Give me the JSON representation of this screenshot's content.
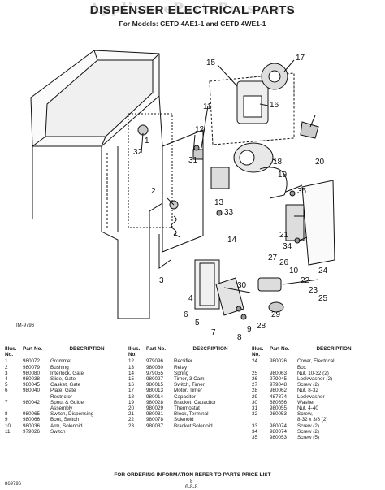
{
  "watermark": "AppliancePartsPros.com",
  "header": {
    "title": "DISPENSER ELECTRICAL PARTS",
    "models": "For Models: CETD 4AE1-1 and CETD 4WE1-1"
  },
  "diagram": {
    "callouts": [
      "1",
      "2",
      "3",
      "4",
      "5",
      "6",
      "7",
      "8",
      "9",
      "10",
      "11",
      "12",
      "13",
      "14",
      "15",
      "16",
      "17",
      "18",
      "19",
      "20",
      "21",
      "22",
      "23",
      "24",
      "25",
      "26",
      "27",
      "28",
      "29",
      "30",
      "31",
      "32",
      "33",
      "34",
      "35"
    ],
    "figure_ref": "IM-9796"
  },
  "table": {
    "headers": {
      "illus": "Illus. No.",
      "part": "Part No.",
      "desc": "DESCRIPTION"
    },
    "col1": [
      {
        "n": "1",
        "p": "980072",
        "d": "Grommet"
      },
      {
        "n": "2",
        "p": "980079",
        "d": "Bushing"
      },
      {
        "n": "3",
        "p": "980080",
        "d": "Interlock, Gate"
      },
      {
        "n": "4",
        "p": "980038",
        "d": "Slide, Gate"
      },
      {
        "n": "5",
        "p": "980045",
        "d": "Gasket, Gate"
      },
      {
        "n": "6",
        "p": "980040",
        "d": "Plate, Gate"
      },
      {
        "n": "",
        "p": "",
        "d": "Restrictor"
      },
      {
        "n": "7",
        "p": "980042",
        "d": "Spout & Guide"
      },
      {
        "n": "",
        "p": "",
        "d": "Assembly"
      },
      {
        "n": "8",
        "p": "980065",
        "d": "Switch, Dispensing"
      },
      {
        "n": "9",
        "p": "980066",
        "d": "Boot, Switch"
      },
      {
        "n": "10",
        "p": "980036",
        "d": "Arm, Solenoid"
      },
      {
        "n": "11",
        "p": "979026",
        "d": "Switch"
      }
    ],
    "col2": [
      {
        "n": "12",
        "p": "979096",
        "d": "Rectifier"
      },
      {
        "n": "13",
        "p": "980030",
        "d": "Relay"
      },
      {
        "n": "14",
        "p": "979055",
        "d": "Spring"
      },
      {
        "n": "15",
        "p": "980027",
        "d": "Timer, 3 Cam"
      },
      {
        "n": "16",
        "p": "980015",
        "d": "Switch, Timer"
      },
      {
        "n": "17",
        "p": "980013",
        "d": "Motor, Timer"
      },
      {
        "n": "18",
        "p": "980014",
        "d": "Capacitor"
      },
      {
        "n": "19",
        "p": "980028",
        "d": "Bracket, Capacitor"
      },
      {
        "n": "20",
        "p": "980029",
        "d": "Thermostat"
      },
      {
        "n": "21",
        "p": "980031",
        "d": "Block, Terminal"
      },
      {
        "n": "22",
        "p": "980078",
        "d": "Solenoid"
      },
      {
        "n": "23",
        "p": "980037",
        "d": "Bracket Solenoid"
      }
    ],
    "col3": [
      {
        "n": "24",
        "p": "980026",
        "d": "Cover, Electrical"
      },
      {
        "n": "",
        "p": "",
        "d": "Box"
      },
      {
        "n": "25",
        "p": "980063",
        "d": "Nut, 10-32 (2)"
      },
      {
        "n": "26",
        "p": "979045",
        "d": "Lockwasher (2)"
      },
      {
        "n": "27",
        "p": "979048",
        "d": "Screw (2)"
      },
      {
        "n": "28",
        "p": "980062",
        "d": "Nut, 8-32"
      },
      {
        "n": "29",
        "p": "487874",
        "d": "Lockwasher"
      },
      {
        "n": "30",
        "p": "680656",
        "d": "Washer"
      },
      {
        "n": "31",
        "p": "980055",
        "d": "Nut, 4-40"
      },
      {
        "n": "32",
        "p": "980053",
        "d": "Screw,"
      },
      {
        "n": "",
        "p": "",
        "d": "8-32 x 3/8 (2)"
      },
      {
        "n": "33",
        "p": "980074",
        "d": "Screw (2)"
      },
      {
        "n": "34",
        "p": "980074",
        "d": "Screw (2)"
      },
      {
        "n": "35",
        "p": "980053",
        "d": "Screw (5)"
      }
    ]
  },
  "footer": {
    "note": "FOR ORDERING INFORMATION REFER TO PARTS PRICE LIST",
    "doc_number": "869796",
    "page": "8",
    "date": "6-8-8"
  }
}
